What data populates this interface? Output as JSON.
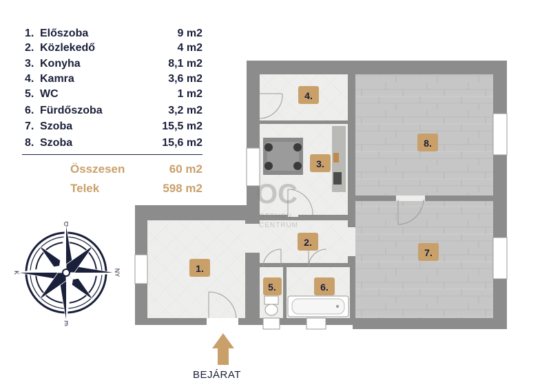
{
  "rooms": [
    {
      "num": "1.",
      "name": "Előszoba",
      "area": "9 m2"
    },
    {
      "num": "2.",
      "name": "Közlekedő",
      "area": "4 m2"
    },
    {
      "num": "3.",
      "name": "Konyha",
      "area": "8,1 m2"
    },
    {
      "num": "4.",
      "name": "Kamra",
      "area": "3,6 m2"
    },
    {
      "num": "5.",
      "name": "WC",
      "area": "1 m2"
    },
    {
      "num": "6.",
      "name": "Fürdőszoba",
      "area": "3,2 m2"
    },
    {
      "num": "7.",
      "name": "Szoba",
      "area": "15,5 m2"
    },
    {
      "num": "8.",
      "name": "Szoba",
      "area": "15,6 m2"
    }
  ],
  "totals": {
    "total_label": "Összesen",
    "total_value": "60 m2",
    "plot_label": "Telek",
    "plot_value": "598 m2"
  },
  "plan_labels": [
    "1.",
    "2.",
    "3.",
    "4.",
    "5.",
    "6.",
    "7.",
    "8."
  ],
  "compass": {
    "north": "É",
    "south": "D",
    "east": "K",
    "west": "NY"
  },
  "watermark": {
    "logo": "OC",
    "line1": "OTTHON",
    "line2": "CENTRUM"
  },
  "entrance_label": "BEJÁRAT",
  "colors": {
    "navy": "#1a1f3a",
    "gold": "#c9a06a",
    "wall": "#8c8c8c",
    "floor_tile": "#ececea",
    "floor_wood": "#c4c4c4"
  }
}
